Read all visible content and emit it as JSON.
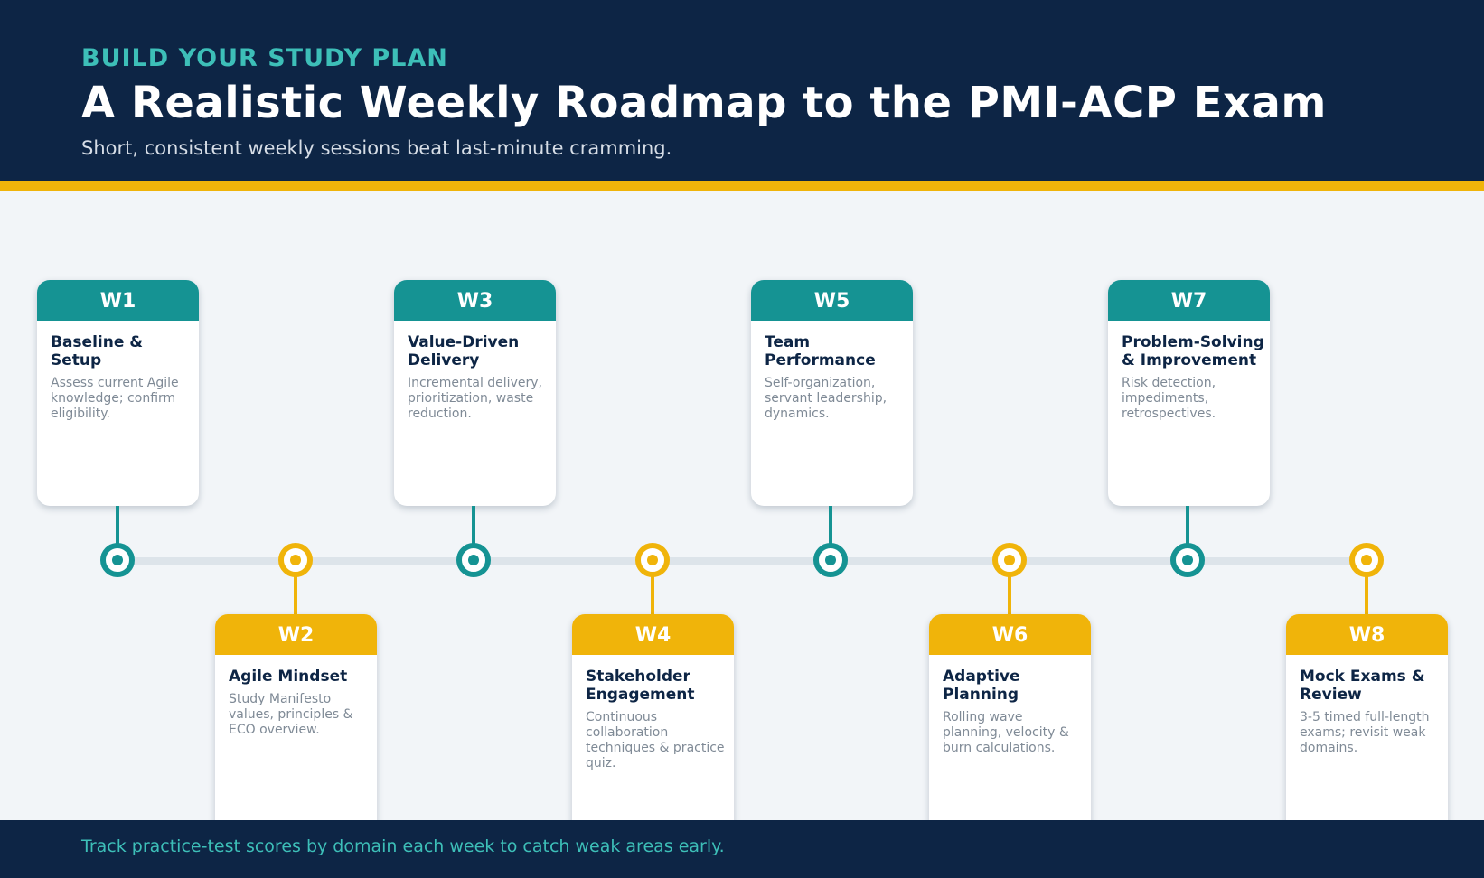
{
  "header": {
    "eyebrow": "BUILD YOUR STUDY PLAN",
    "title": "A Realistic Weekly Roadmap to the PMI-ACP Exam",
    "subtitle": "Short, consistent weekly sessions beat last-minute cramming."
  },
  "weeks": [
    {
      "label": "W1",
      "title": "Baseline & Setup",
      "desc": "Assess current Agile knowledge; confirm eligibility."
    },
    {
      "label": "W2",
      "title": "Agile Mindset",
      "desc": "Study Manifesto values, principles & ECO overview."
    },
    {
      "label": "W3",
      "title": "Value-Driven Delivery",
      "desc": "Incremental delivery, prioritization, waste reduction."
    },
    {
      "label": "W4",
      "title": "Stakeholder Engagement",
      "desc": "Continuous collaboration techniques & practice quiz."
    },
    {
      "label": "W5",
      "title": "Team Performance",
      "desc": "Self-organization, servant leadership, dynamics."
    },
    {
      "label": "W6",
      "title": "Adaptive Planning",
      "desc": "Rolling wave planning, velocity & burn calculations."
    },
    {
      "label": "W7",
      "title": "Problem-Solving & Improvement",
      "desc": "Risk detection, impediments, retrospectives."
    },
    {
      "label": "W8",
      "title": "Mock Exams & Review",
      "desc": "3-5 timed full-length exams; revisit weak domains."
    }
  ],
  "footer": {
    "note": "Track practice-test scores by domain each week to catch weak areas early."
  },
  "colors": {
    "navy": "#0d2545",
    "teal": "#159393",
    "gold": "#f0b40a",
    "eyebrow": "#3dbfb8"
  }
}
